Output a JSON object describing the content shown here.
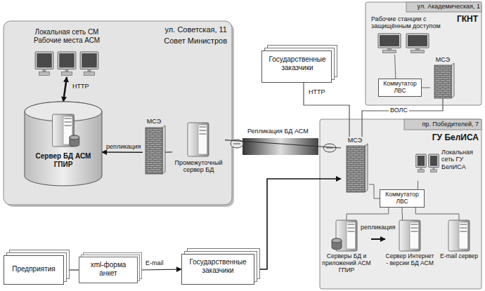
{
  "diagram": {
    "nodes": [
      {
        "text": [
          "ул. Советская, 11",
          "Совет Министров"
        ]
      },
      {
        "text": [
          "Локальная сеть СМ Рабочие места АСМ"
        ],
        "in": 0
      },
      {
        "text": [
          "Сервер БД АСМ ГПИР"
        ],
        "in": 0
      },
      {
        "text": [
          "МСЭ"
        ],
        "in": 0
      },
      {
        "text": [
          "Промежуточный сервер БД"
        ],
        "in": 0
      },
      {
        "text": [
          "Государственные заказчики"
        ]
      },
      {
        "text": [
          "ул. Академическая, 1",
          "ГКНТ"
        ]
      },
      {
        "text": [
          "Рабочие станции с защищённым доступом"
        ],
        "in": 6
      },
      {
        "text": [
          "Коммутатор ЛВС"
        ],
        "in": 6
      },
      {
        "text": [
          "МСЭ"
        ],
        "in": 6
      },
      {
        "text": [
          "пр. Победителей, 7",
          "ГУ БелИСА"
        ]
      },
      {
        "text": [
          "МСЭ"
        ],
        "in": 10
      },
      {
        "text": [
          "Локальная сеть ГУ БелИСА"
        ],
        "in": 10
      },
      {
        "text": [
          "Коммутатор ЛВС"
        ],
        "in": 10
      },
      {
        "text": [
          "Серверы БД и приложений АСМ ГПИР"
        ],
        "in": 10
      },
      {
        "text": [
          "Сервер Интернет - версии БД АСМ"
        ],
        "in": 10
      },
      {
        "text": [
          "E-mail сервер"
        ],
        "in": 10
      },
      {
        "text": [
          "Предприятия"
        ]
      },
      {
        "text": [
          "xml-форма анкет"
        ]
      },
      {
        "text": [
          "Государственные заказчики"
        ]
      }
    ],
    "edges": [
      {
        "from": 1,
        "to": 2,
        "label": "HTTP",
        "arrow": "both"
      },
      {
        "from": 3,
        "to": 2,
        "label": "репликация",
        "arrow": "to"
      },
      {
        "from": 4,
        "to": 3,
        "arrow": "none"
      },
      {
        "from": 4,
        "to": 11,
        "label": "Репликация БД АСМ",
        "arrow": "none"
      },
      {
        "from": 5,
        "to": 11,
        "label": "HTTP",
        "arrow": "none"
      },
      {
        "from": 9,
        "to": 11,
        "label": "ВОЛС",
        "arrow": "none"
      },
      {
        "from": 11,
        "to": 19,
        "arrow": "both"
      },
      {
        "from": 17,
        "to": 18,
        "arrow": "none"
      },
      {
        "from": 18,
        "to": 19,
        "label": "E-mail",
        "arrow": "to"
      },
      {
        "from": 11,
        "to": 13,
        "arrow": "none"
      },
      {
        "from": 13,
        "to": 12,
        "arrow": "none"
      },
      {
        "from": 13,
        "to": 14,
        "arrow": "none"
      },
      {
        "from": 13,
        "to": 15,
        "arrow": "none"
      },
      {
        "from": 13,
        "to": 16,
        "arrow": "none"
      },
      {
        "from": 14,
        "to": 15,
        "label": "репликация",
        "arrow": "to"
      },
      {
        "from": 7,
        "to": 8,
        "arrow": "none"
      },
      {
        "from": 8,
        "to": 9,
        "arrow": "none"
      }
    ]
  }
}
